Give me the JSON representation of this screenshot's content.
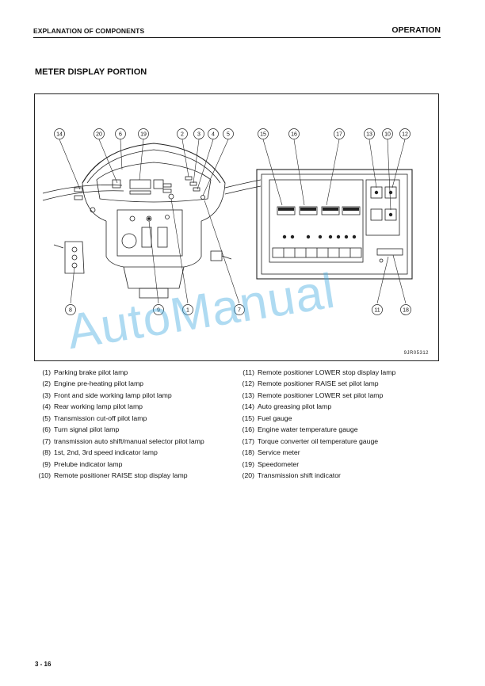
{
  "header": {
    "left": "EXPLANATION OF COMPONENTS",
    "right": "OPERATION"
  },
  "section_title": "METER DISPLAY PORTION",
  "figure": {
    "code": "9JR05312",
    "callouts_left": [
      "14",
      "20",
      "6",
      "19",
      "2",
      "3",
      "4",
      "5",
      "8",
      "9",
      "1",
      "7"
    ],
    "callouts_right": [
      "15",
      "16",
      "17",
      "13",
      "10",
      "12",
      "11",
      "18"
    ]
  },
  "legend_left": [
    {
      "num": "(1)",
      "text": "Parking brake pilot lamp"
    },
    {
      "num": "(2)",
      "text": "Engine pre-heating pilot lamp"
    },
    {
      "num": "(3)",
      "text": "Front and side working lamp pilot lamp"
    },
    {
      "num": "(4)",
      "text": "Rear working lamp pilot lamp"
    },
    {
      "num": "(5)",
      "text": "Transmission cut-off pilot lamp"
    },
    {
      "num": "(6)",
      "text": "Turn signal pilot lamp"
    },
    {
      "num": "(7)",
      "text": "transmission auto shift/manual selector pilot lamp"
    },
    {
      "num": "(8)",
      "text": "1st, 2nd, 3rd speed indicator lamp"
    },
    {
      "num": "(9)",
      "text": "Prelube indicator lamp"
    },
    {
      "num": "(10)",
      "text": "Remote positioner RAISE stop display lamp"
    }
  ],
  "legend_right": [
    {
      "num": "(11)",
      "text": "Remote positioner LOWER stop display lamp"
    },
    {
      "num": "(12)",
      "text": "Remote positioner RAISE set pilot lamp"
    },
    {
      "num": "(13)",
      "text": "Remote positioner LOWER set pilot lamp"
    },
    {
      "num": "(14)",
      "text": "Auto greasing pilot lamp"
    },
    {
      "num": "(15)",
      "text": "Fuel gauge"
    },
    {
      "num": "(16)",
      "text": "Engine water temperature gauge"
    },
    {
      "num": "(17)",
      "text": "Torque converter oil temperature gauge"
    },
    {
      "num": "(18)",
      "text": "Service meter"
    },
    {
      "num": "(19)",
      "text": "Speedometer"
    },
    {
      "num": "(20)",
      "text": "Transmission shift indicator"
    }
  ],
  "watermark": "AutoManual",
  "page_number": "3 - 16"
}
